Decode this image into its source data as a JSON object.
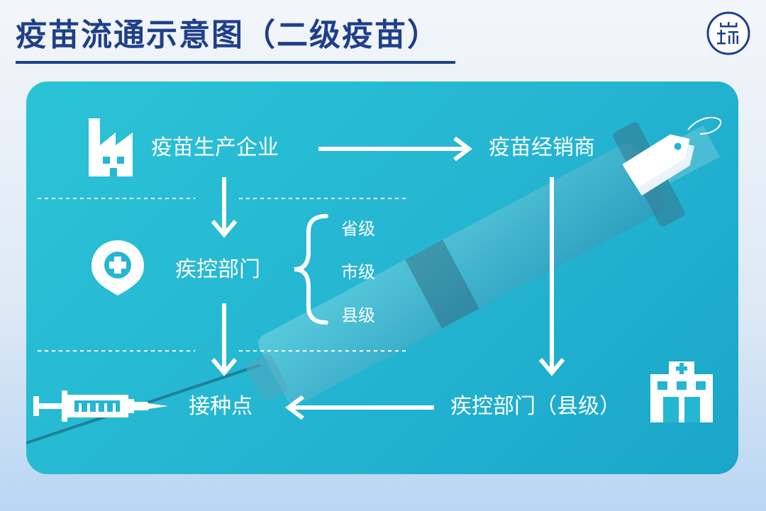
{
  "header": {
    "title": "疫苗流通示意图（二级疫苗）"
  },
  "nodes": {
    "manufacturer": "疫苗生产企业",
    "distributor": "疫苗经销商",
    "cdc": "疾控部门",
    "cdc_county": "疾控部门（县级）",
    "vaccination_site": "接种点"
  },
  "cdc_levels": [
    "省级",
    "市级",
    "县级"
  ],
  "icons": {
    "factory": "factory-icon",
    "medical_cross": "medical-cross-icon",
    "price_tag": "price-tag-icon",
    "hospital": "hospital-icon",
    "syringe": "syringe-icon",
    "logo": "logo-icon"
  },
  "colors": {
    "title": "#1f3f8a",
    "panel": "#25b6d2",
    "foreground": "#ffffff"
  }
}
